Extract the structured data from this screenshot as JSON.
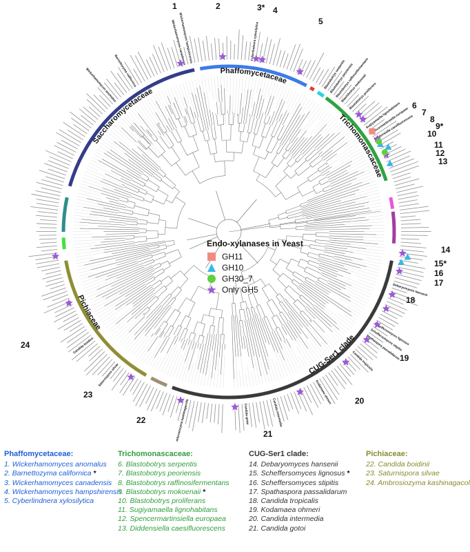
{
  "legend": {
    "title": "Endo-xylanases in Yeast",
    "items": [
      {
        "label": "GH11",
        "shape": "square",
        "color": "#f28c7f"
      },
      {
        "label": "GH10",
        "shape": "triangle",
        "color": "#3bb6e6"
      },
      {
        "label": "GH30_7",
        "shape": "circle",
        "color": "#5fd13c"
      },
      {
        "label": "Only GH5",
        "shape": "star",
        "color": "#9b59d6"
      }
    ]
  },
  "clades": [
    {
      "label": "Phaffomycetaceae",
      "color": "#3d7be8"
    },
    {
      "label": "Trichomonascaceae",
      "color": "#2fa33f"
    },
    {
      "label": "Saccharomycetaceae",
      "color": "#333d8a"
    },
    {
      "label": "Pichiaceae",
      "color": "#8e8f35"
    },
    {
      "label": "CUG-Ser1 clade",
      "color": "#3a3a3a"
    }
  ],
  "minor_arcs": [
    {
      "color": "#e23b3b"
    },
    {
      "color": "#29d3e3"
    },
    {
      "color": "#e55ad8"
    },
    {
      "color": "#a13fa0"
    },
    {
      "color": "#2e8f8a"
    },
    {
      "color": "#46e03a"
    },
    {
      "color": "#a08f78"
    }
  ],
  "marker_numbers": [
    "1",
    "2",
    "3*",
    "4",
    "5",
    "6",
    "7",
    "8",
    "9*",
    "10",
    "11",
    "12",
    "13",
    "14",
    "15*",
    "16",
    "17",
    "18",
    "19",
    "20",
    "21",
    "22",
    "23",
    "24"
  ],
  "tip_labels": {
    "n1": "Wickerhamomyces anomalus",
    "n2": "Barnettozyma californica",
    "n3": "Wickerhamomyces canadensis",
    "n4": "Wickerhamomyces hampshirensis",
    "n5": "Cyberlindnera xylosilytica",
    "n6": "Blastobotrys serpentis",
    "n7": "Blastobotrys peoriensis",
    "n8": "Blastobotrys raffinosifermentans",
    "n9": "Blastobotrys mokoenaii",
    "n10": "Blastobotrys proliferans",
    "n11": "Sugiyamaella lignohabitans",
    "n12": "Spencermartinsiella europaea",
    "n13": "Diddensiella caesifluorescens",
    "n14": "Debaryomyces hansenii",
    "n15": "Scheffersomyces lignosus",
    "n16": "Scheffersomyces stipitis",
    "n17": "Spathaspora passalidarum",
    "n18": "Candida tropicalis",
    "n19": "Kodamaea ohmeri",
    "n20": "Candida intermedia",
    "n21": "Candida gotoi",
    "n22": "Candida boidinii",
    "n23": "Saturnispora silvae",
    "n24": "Ambrosiozyma kashinagacola"
  },
  "key": {
    "phaffo": {
      "heading": "Phaffomycetaceae:",
      "color": "#1e5fd6",
      "items": [
        "1. Wickerhamomyces anomalus",
        "2. Barnettozyma californica",
        "3. Wickerhamomyces canadensis",
        "4. Wickerhamomyces hampshirensis",
        "5. Cyberlindnera xylosilytica"
      ],
      "starred": [
        false,
        true,
        false,
        false,
        false
      ]
    },
    "tricho": {
      "heading": "Trichomonascaceae:",
      "color": "#2f9e3b",
      "items": [
        "6. Blastobotrys serpentis",
        "7. Blastobotrys peoriensis",
        "8. Blastobotrys raffinosifermentans",
        "9. Blastobotrys mokoenaii",
        "10. Blastobotrys proliferans",
        "11. Sugiyamaella lignohabitans",
        "12. Spencermartinsiella europaea",
        "13. Diddensiella caesifluorescens"
      ],
      "starred": [
        false,
        false,
        false,
        true,
        false,
        false,
        false,
        false
      ]
    },
    "cug": {
      "heading": "CUG-Ser1 clade:",
      "color": "#333333",
      "items": [
        "14. Debaryomyces hansenii",
        "15. Scheffersomyces lignosus",
        "16. Scheffersomyces stipitis",
        "17. Spathaspora passalidarum",
        "18. Candida tropicalis",
        "19. Kodamaea ohmeri",
        "20. Candida intermedia",
        "21. Candida gotoi"
      ],
      "starred": [
        false,
        true,
        false,
        false,
        false,
        false,
        false,
        false
      ]
    },
    "pichia": {
      "heading": "Pichiaceae:",
      "color": "#8a8a2e",
      "items": [
        "22. Candida boidinii",
        "23. Saturnispora silvae",
        "24. Ambrosiozyma kashinagacola"
      ],
      "starred": [
        false,
        false,
        false
      ]
    },
    "star_mark": "*"
  }
}
